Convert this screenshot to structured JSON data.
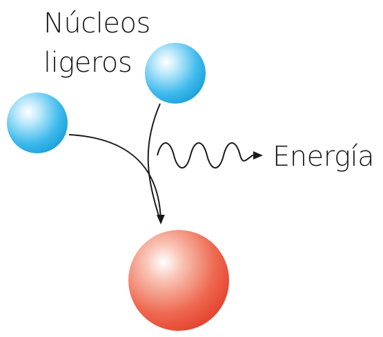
{
  "labels": {
    "light_nuclei_line1": "Núcleos",
    "light_nuclei_line2": "ligeros",
    "energy": "Energía"
  },
  "colors": {
    "light_nucleus": "#3db9ec",
    "heavy_nucleus": "#ec4a35",
    "arrows": "#1a1a1a"
  }
}
